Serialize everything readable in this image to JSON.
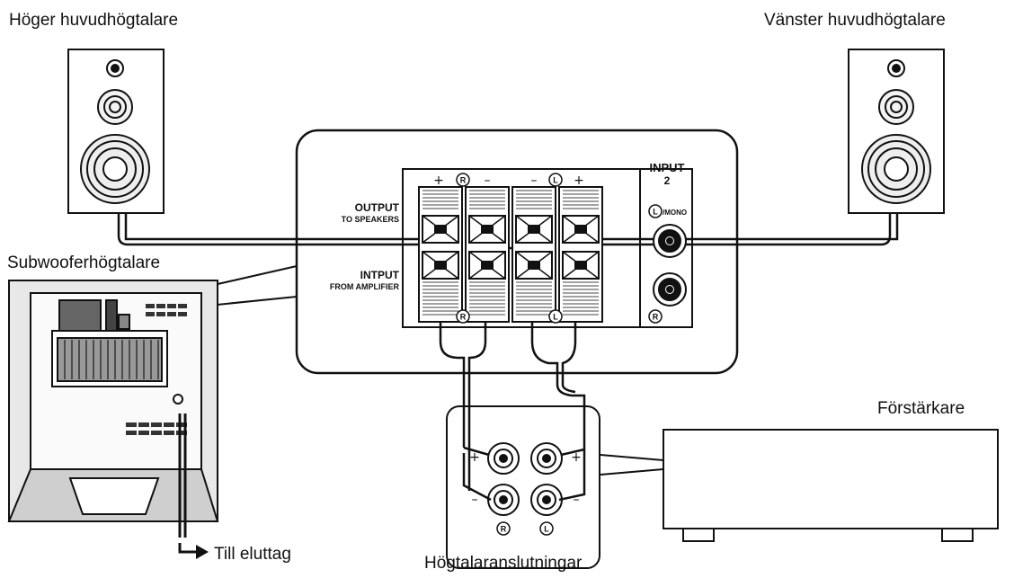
{
  "labels": {
    "right_speaker": "Höger huvudhögtalare",
    "left_speaker": "Vänster huvudhögtalare",
    "subwoofer": "Subwooferhögtalare",
    "amplifier": "Förstärkare",
    "outlet": "Till eluttag",
    "terminals": "Högtalaranslutningar"
  },
  "panel": {
    "output_title": "OUTPUT",
    "output_sub": "TO SPEAKERS",
    "input_title": "INTPUT",
    "input_sub": "FROM AMPLIFIER",
    "input2_line1": "INPUT",
    "input2_line2": "2",
    "mono": "/MONO",
    "plus": "+",
    "minus": "–",
    "r_mark": "R",
    "l_mark": "L"
  },
  "terminals": {
    "plus": "+",
    "minus": "–",
    "r_mark": "R",
    "l_mark": "L"
  }
}
